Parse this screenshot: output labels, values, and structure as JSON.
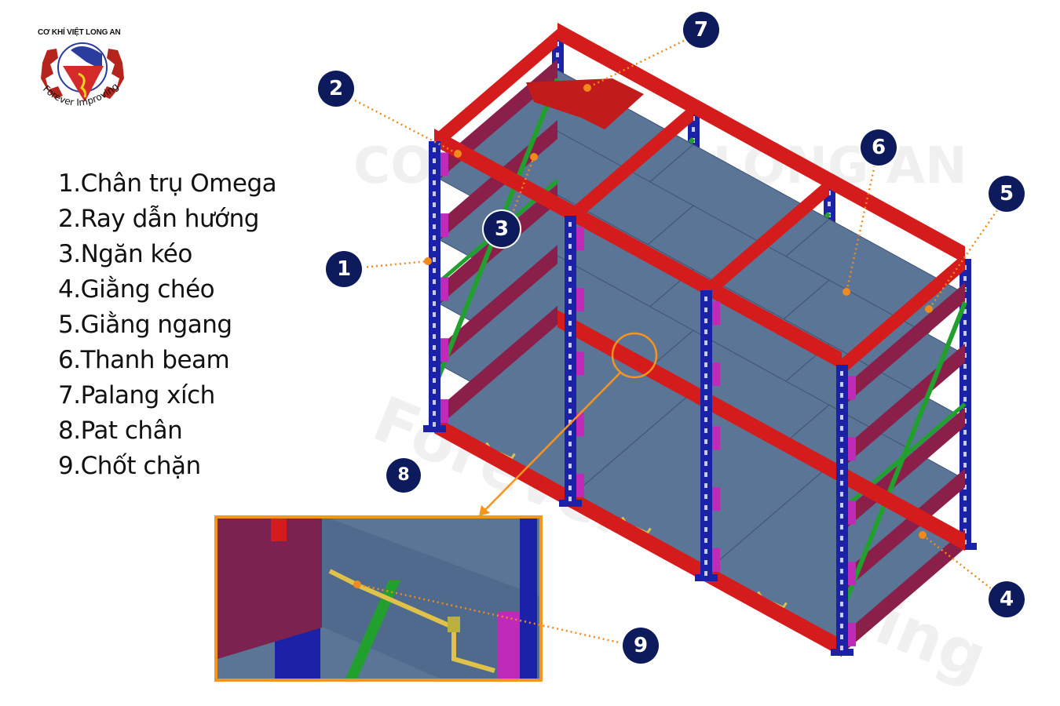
{
  "logo": {
    "company_name": "CƠ KHÍ VIỆT LONG AN",
    "slogan": "Forever Improving"
  },
  "watermark": {
    "company_name": "CƠ KHÍ VIỆT LONG AN",
    "slogan": "Forever Improving"
  },
  "legend": [
    {
      "number": "1.",
      "label": "Chân trụ Omega"
    },
    {
      "number": "2.",
      "label": "Ray dẫn hướng"
    },
    {
      "number": "3.",
      "label": "Ngăn kéo"
    },
    {
      "number": "4.",
      "label": "Giằng chéo"
    },
    {
      "number": "5.",
      "label": "Giằng ngang"
    },
    {
      "number": "6.",
      "label": "Thanh beam"
    },
    {
      "number": "7.",
      "label": "Palang xích"
    },
    {
      "number": "8.",
      "label": "Pat chân"
    },
    {
      "number": "9.",
      "label": "Chốt chặn"
    }
  ],
  "callouts": [
    "1",
    "2",
    "3",
    "4",
    "5",
    "6",
    "7",
    "8",
    "9"
  ],
  "colors": {
    "upright": "#1b22a8",
    "beam": "#d41c1c",
    "rail": "#8a1f4a",
    "brace": "#22a02e",
    "shelf": "#5b7597",
    "drawer_front": "#c02ab8",
    "leader": "#f08a1c",
    "callout": "#0d1a5c"
  }
}
